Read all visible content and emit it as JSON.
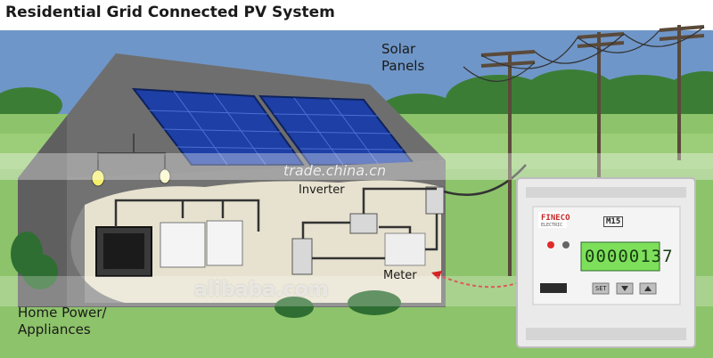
{
  "title": "Residential Grid Connected PV System",
  "labels": {
    "solar_line1": "Solar",
    "solar_line2": "Panels",
    "inverter": "Inverter",
    "meter": "Meter",
    "home_line1": "Home Power/",
    "home_line2": "Appliances"
  },
  "watermarks": {
    "top": "trade.china.cn",
    "bottom": "alibaba.com"
  },
  "meter_device": {
    "brand": "FINECO",
    "brand_sub": "ELECTRIC",
    "model": "M15",
    "display": "00000137",
    "set_button": "SET"
  },
  "colors": {
    "sky": "#6f96c8",
    "grass": "#8dc36a",
    "roof_wall": "#6d6d6d",
    "interior": "#e7e2cf",
    "panel": "#1d3fa6",
    "lcd": "#7ee05a"
  }
}
